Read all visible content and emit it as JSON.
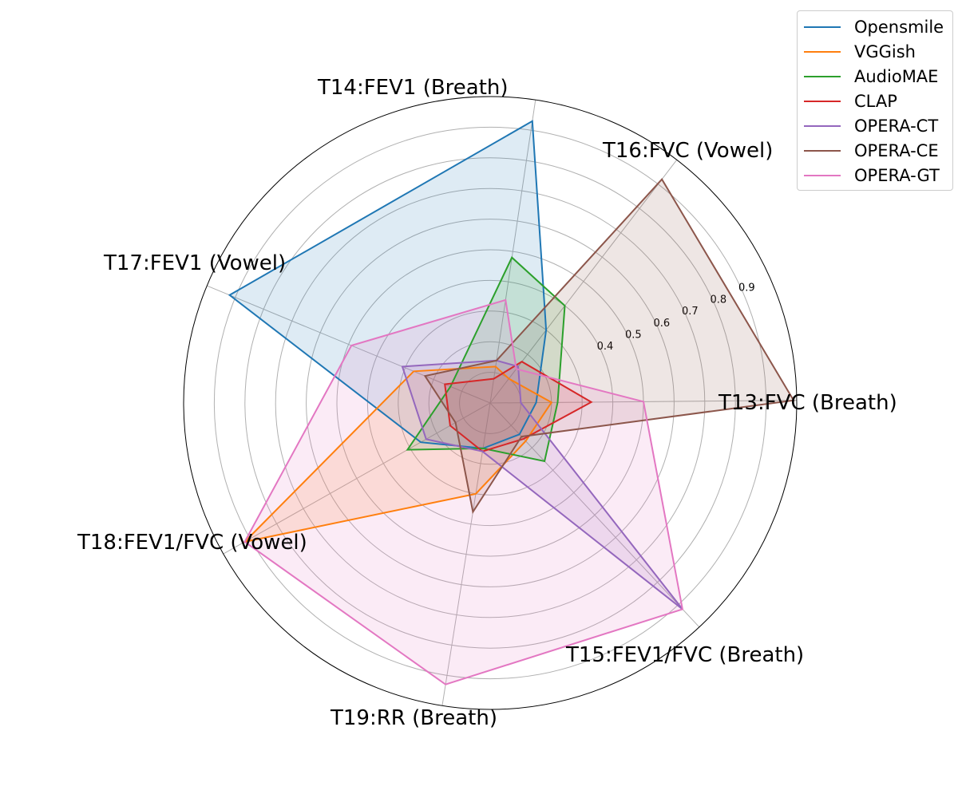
{
  "chart_data": {
    "type": "radar",
    "axes": [
      "T13:FVC (Breath)",
      "T16:FVC (Vowel)",
      "T14:FEV1 (Breath)",
      "T17:FEV1 (Vowel)",
      "T18:FEV1/FVC (Vowel)",
      "T19:RR (Breath)",
      "T15:FEV1/FVC (Breath)"
    ],
    "r_ticks": [
      0.4,
      0.5,
      0.6,
      0.7,
      0.8,
      0.9
    ],
    "r_range": [
      0.0,
      1.0
    ],
    "grid": true,
    "legend_position": "top-right",
    "series": [
      {
        "name": "Opensmile",
        "color": "#1f77b4",
        "values": [
          0.15,
          0.3,
          0.93,
          0.92,
          0.26,
          0.15,
          0.14
        ]
      },
      {
        "name": "VGGish",
        "color": "#ff7f0e",
        "values": [
          0.2,
          0.1,
          0.12,
          0.27,
          0.92,
          0.3,
          0.17
        ]
      },
      {
        "name": "AudioMAE",
        "color": "#2ca02c",
        "values": [
          0.22,
          0.4,
          0.48,
          0.14,
          0.31,
          0.15,
          0.26
        ]
      },
      {
        "name": "CLAP",
        "color": "#d62728",
        "values": [
          0.33,
          0.17,
          0.08,
          0.16,
          0.15,
          0.16,
          0.16
        ]
      },
      {
        "name": "OPERA-CT",
        "color": "#9467bd",
        "values": [
          0.1,
          0.15,
          0.14,
          0.31,
          0.24,
          0.16,
          0.92
        ]
      },
      {
        "name": "OPERA-CE",
        "color": "#8c564b",
        "values": [
          0.99,
          0.92,
          0.14,
          0.23,
          0.13,
          0.36,
          0.15
        ]
      },
      {
        "name": "OPERA-GT",
        "color": "#e377c2",
        "values": [
          0.5,
          0.14,
          0.34,
          0.49,
          0.92,
          0.93,
          0.92
        ]
      }
    ]
  }
}
